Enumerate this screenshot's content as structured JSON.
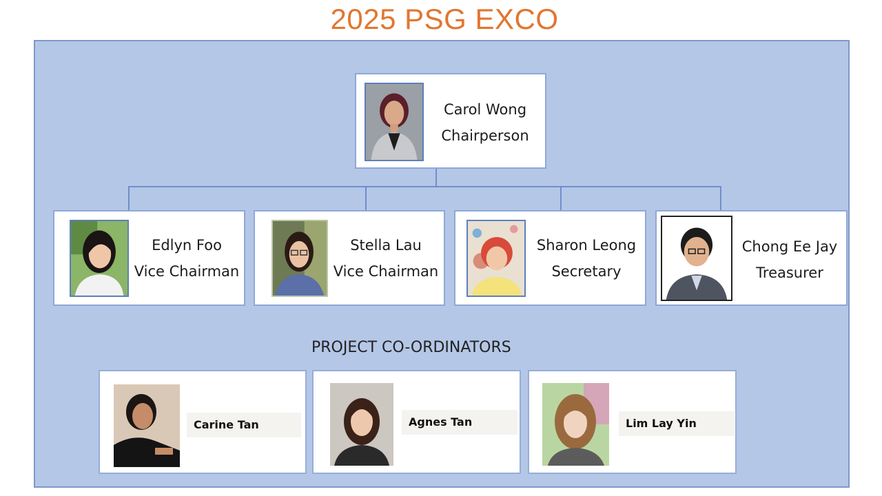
{
  "title": "2025 PSG EXCO",
  "chair": {
    "name": "Carol Wong",
    "role": "Chairperson"
  },
  "exco": [
    {
      "name": "Edlyn Foo",
      "role": "Vice Chairman"
    },
    {
      "name": "Stella Lau",
      "role": "Vice Chairman"
    },
    {
      "name": "Sharon Leong",
      "role": "Secretary"
    },
    {
      "name": "Chong Ee Jay",
      "role": "Treasurer"
    }
  ],
  "coordinators_heading": "PROJECT CO-ORDINATORS",
  "coordinators": [
    {
      "name": "Carine Tan"
    },
    {
      "name": "Agnes Tan"
    },
    {
      "name": "Lim Lay Yin"
    }
  ],
  "colors": {
    "title": "#e2762f",
    "panel": "#b4c7e7",
    "connector": "#6f8fc9"
  }
}
